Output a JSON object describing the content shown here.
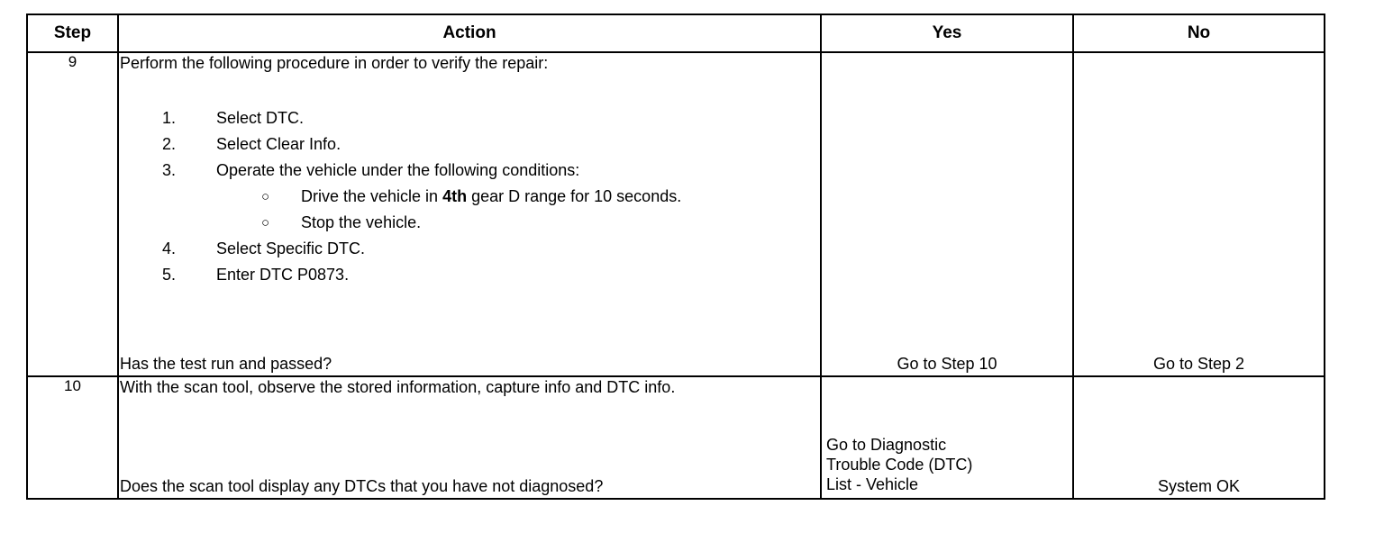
{
  "table": {
    "headers": {
      "step": "Step",
      "action": "Action",
      "yes": "Yes",
      "no": "No"
    },
    "rows": [
      {
        "step": "9",
        "action": {
          "lead": "Perform the following procedure in order to verify the repair:",
          "items": [
            {
              "num": "1.",
              "text": "Select DTC."
            },
            {
              "num": "2.",
              "text": "Select Clear Info."
            },
            {
              "num": "3.",
              "text": "Operate the vehicle under the following conditions:",
              "subitems": [
                {
                  "bullet": "○",
                  "text_before": "Drive the vehicle in ",
                  "text_bold": "4th",
                  "text_after": " gear D range for 10 seconds."
                },
                {
                  "bullet": "○",
                  "text": "Stop the vehicle."
                }
              ]
            },
            {
              "num": "4.",
              "text": "Select Specific DTC."
            },
            {
              "num": "5.",
              "text": "Enter DTC P0873."
            }
          ],
          "question": "Has the test run and passed?"
        },
        "yes": "Go to Step 10",
        "no": "Go to Step 2"
      },
      {
        "step": "10",
        "action": {
          "statement": "With the scan tool, observe the stored information, capture info and DTC info.",
          "question": "Does the scan tool display any DTCs that you have not diagnosed?"
        },
        "yes_lines": [
          "Go to Diagnostic",
          "Trouble Code (DTC)",
          "List - Vehicle"
        ],
        "no": "System OK"
      }
    ]
  },
  "colors": {
    "border": "#000000",
    "text": "#000000",
    "background": "#ffffff"
  }
}
